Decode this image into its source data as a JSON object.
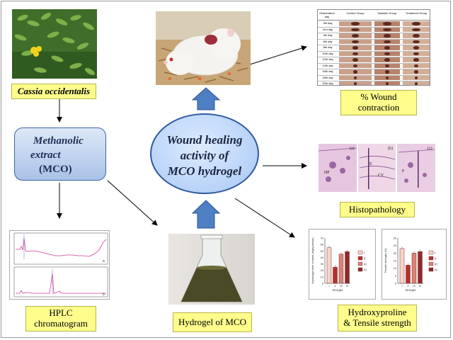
{
  "labels": {
    "cassia": "Cassia occidentalis",
    "mco_line1": "Methanolic",
    "mco_line2": "extract",
    "mco_line3": "(MCO)",
    "center_line1": "Wound healing",
    "center_line2": "activity of",
    "center_line3": "MCO hydrogel",
    "hplc_line1": "HPLC",
    "hplc_line2": "chromatogram",
    "hydrogel": "Hydrogel of MCO",
    "wound_line1": "% Wound",
    "wound_line2": "contraction",
    "histopathology": "Histopathology",
    "hydroxy_line1": "Hydroxyproline",
    "hydroxy_line2": "& Tensile strength"
  },
  "wound_table": {
    "headers": [
      "Observation day",
      "Control Group",
      "Diabetic Group",
      "Treatment Group"
    ],
    "rows": [
      "0th day",
      "2nd day",
      "4th day",
      "6th day",
      "8th day",
      "10th day",
      "12th day",
      "14th day",
      "16th day",
      "18th day",
      "20th day"
    ]
  },
  "histo_panels": [
    "(a)",
    "(b)",
    "(c)"
  ],
  "histo_marks": [
    "E",
    "CV",
    "HF",
    "F"
  ],
  "hplc_panels": [
    "a",
    "b"
  ],
  "hydroxy_chart": {
    "ylabel": "Hydroxyproline content (mg/g tissue)",
    "xlabel": "Groups",
    "categories": [
      "I",
      "II",
      "III",
      "IV"
    ],
    "legend": [
      "I",
      "II",
      "III",
      "IV"
    ],
    "ticks": [
      "0",
      "10",
      "20",
      "30",
      "40",
      "50",
      "60",
      "70"
    ]
  },
  "tensile_chart": {
    "ylabel": "Tensile strength (N)",
    "xlabel": "Groups",
    "categories": [
      "I",
      "II",
      "III",
      "IV"
    ],
    "legend": [
      "I",
      "II",
      "III",
      "IV"
    ],
    "ticks": [
      "0",
      "5",
      "10",
      "15",
      "20",
      "25",
      "30"
    ]
  },
  "chart_data": [
    {
      "type": "bar",
      "categories": [
        "I",
        "II",
        "III",
        "IV"
      ],
      "values": [
        55,
        25,
        45,
        49
      ],
      "xlabel": "Groups",
      "ylabel": "Hydroxyproline content (mg/g tissue)",
      "ylim": [
        0,
        70
      ],
      "colors": [
        "#f6d5c9",
        "#b3322c",
        "#d8837a",
        "#8e2b2a"
      ]
    },
    {
      "type": "bar",
      "categories": [
        "I",
        "II",
        "III",
        "IV"
      ],
      "values": [
        23,
        12,
        20,
        21
      ],
      "xlabel": "Groups",
      "ylabel": "Tensile strength (N)",
      "ylim": [
        0,
        30
      ],
      "colors": [
        "#f6d5c9",
        "#b3322c",
        "#d8837a",
        "#8e2b2a"
      ]
    }
  ],
  "colors": {
    "label_box": "#fefd8c",
    "blue_arrow": "#4f7fc3",
    "ellipse": "#bcd6f9",
    "mco_box": "#b9cdee"
  }
}
